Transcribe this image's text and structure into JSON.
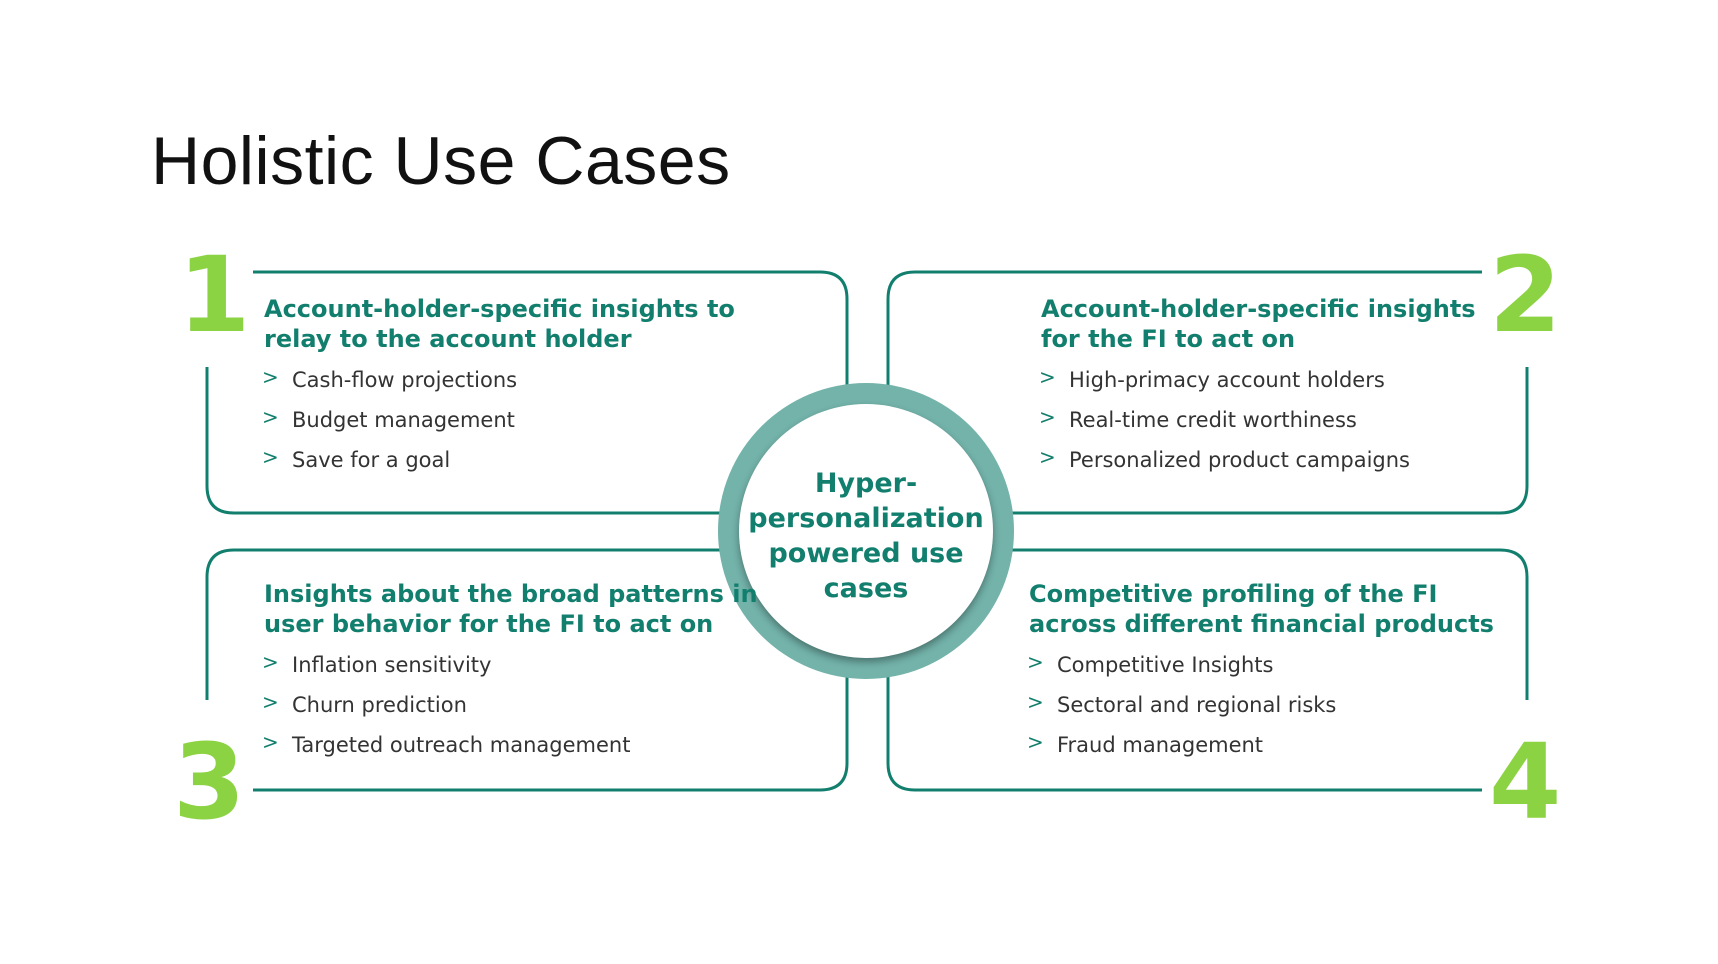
{
  "title": "Holistic Use Cases",
  "center": {
    "lines": [
      "Hyper-",
      "personalization",
      "powered use cases"
    ]
  },
  "quadrants": [
    {
      "number": "1",
      "heading": [
        "Account-holder-specific  insights to",
        "relay  to the account holder"
      ],
      "items": [
        "Cash-flow projections",
        "Budget management",
        "Save for a goal"
      ]
    },
    {
      "number": "2",
      "heading": [
        "Account-holder-specific  insights",
        "for the FI to act on"
      ],
      "items": [
        "High-primacy account holders",
        "Real-time credit worthiness",
        "Personalized product campaigns"
      ]
    },
    {
      "number": "3",
      "heading": [
        "Insights about the broad patterns in",
        "user behavior for the FI to act on"
      ],
      "items": [
        "Inflation sensitivity",
        "Churn prediction",
        "Targeted outreach management"
      ]
    },
    {
      "number": "4",
      "heading": [
        "Competitive  profiling of the FI",
        "across different financial products"
      ],
      "items": [
        "Competitive Insights",
        "Sectoral and regional risks",
        "Fraud management"
      ]
    }
  ],
  "colors": {
    "teal": "#127f6e",
    "ring": "#73b3aa",
    "green_number": "#8cd344"
  }
}
